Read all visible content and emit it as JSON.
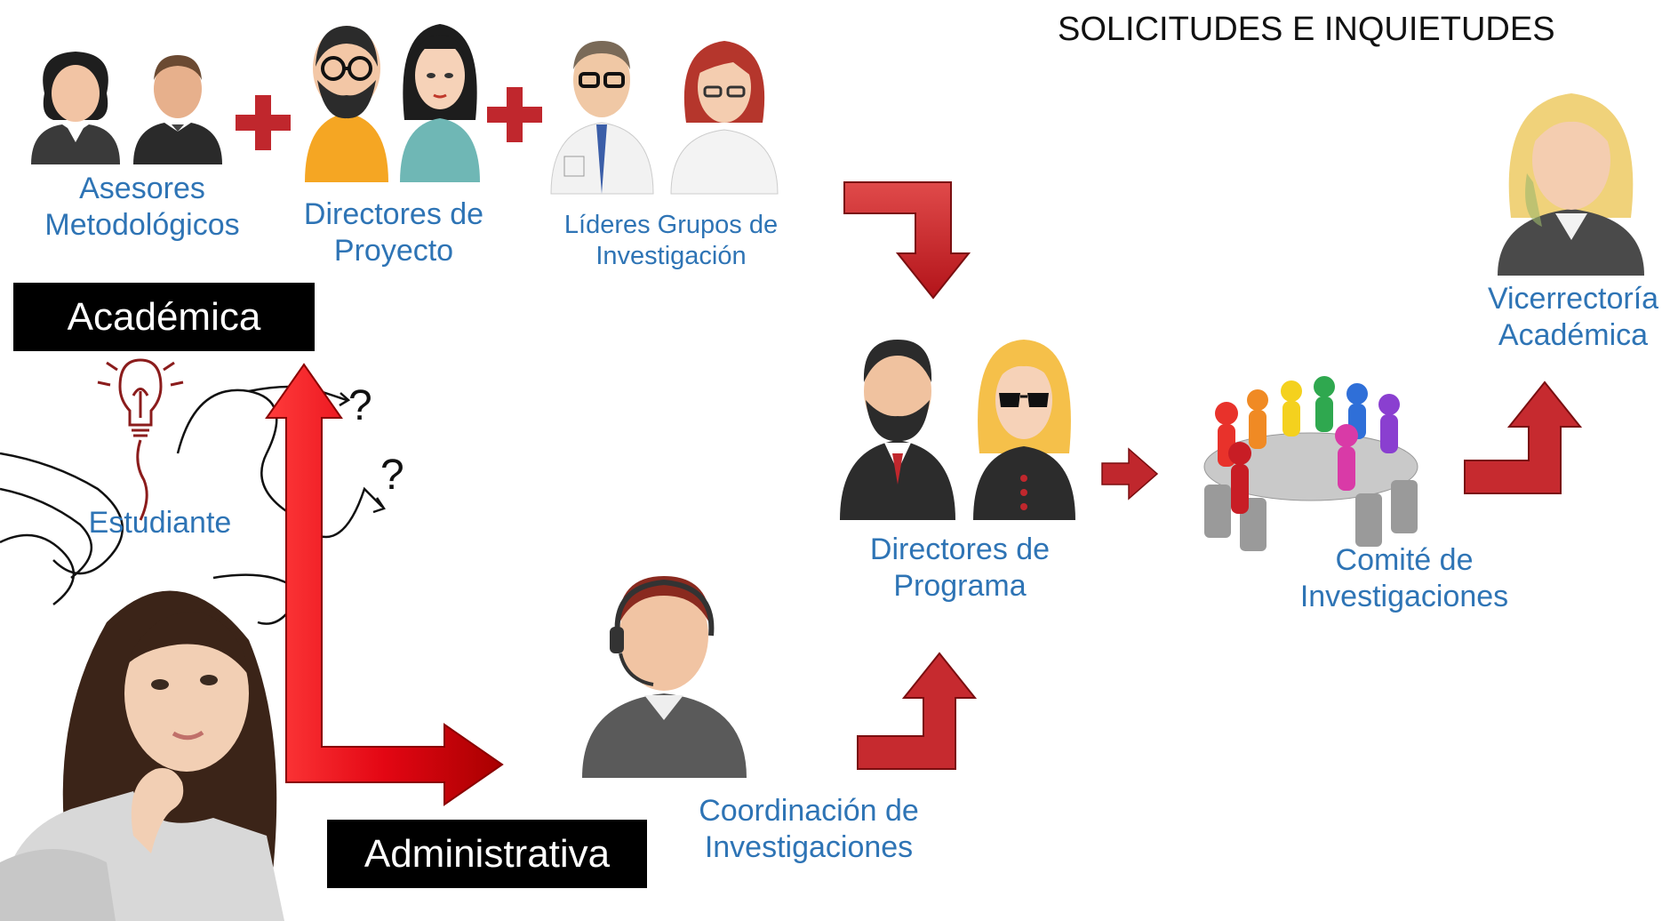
{
  "title": "SOLICITUDES E INQUIETUDES",
  "labels": {
    "asesores": [
      "Asesores",
      "Metodológicos"
    ],
    "directores_proyecto": [
      "Directores de",
      "Proyecto"
    ],
    "lideres": [
      "Líderes Grupos de",
      "Investigación"
    ],
    "academica_box": "Académica",
    "administrativa_box": "Administrativa",
    "estudiante": "Estudiante",
    "directores_programa": [
      "Directores de",
      "Programa"
    ],
    "coordinacion": [
      "Coordinación de",
      "Investigaciones"
    ],
    "comite": [
      "Comité de",
      "Investigaciones"
    ],
    "vicerrectoria": [
      "Vicerrectoría",
      "Académica"
    ]
  },
  "symbols": {
    "plus": "+",
    "question": "?"
  },
  "colors": {
    "label_blue": "#2e74b5",
    "arrow_red": "#d32027",
    "box_bg": "#000000"
  },
  "icons": [
    "person-icon",
    "plus-icon",
    "elbow-arrow-icon",
    "right-arrow-icon",
    "lightbulb-icon",
    "meeting-table-icon",
    "headset-icon"
  ]
}
